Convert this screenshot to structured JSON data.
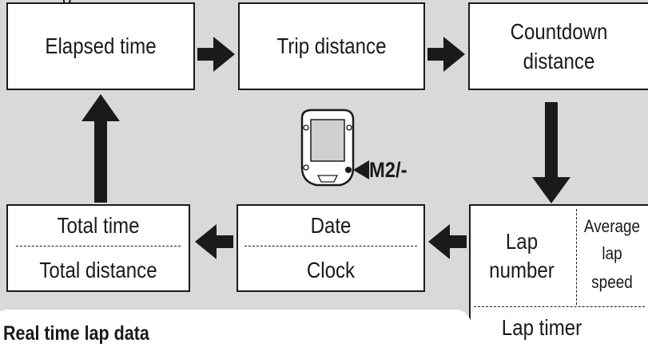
{
  "diagram": {
    "top_partial_text": "g",
    "boxes": {
      "elapsed_time": "Elapsed time",
      "trip_distance": "Trip distance",
      "countdown_line1": "Countdown",
      "countdown_line2": "distance",
      "total_time": "Total time",
      "total_distance": "Total distance",
      "date": "Date",
      "clock": "Clock",
      "lap_line1": "Lap",
      "lap_line2": "number",
      "avg_line1": "Average",
      "avg_line2": "lap",
      "avg_line3": "speed",
      "lap_timer": "Lap timer"
    },
    "button_label": "M2/-",
    "bottom_title": "Real time lap data"
  },
  "colors": {
    "background": "#d9d9d9",
    "ink": "#1a1a1a",
    "box_fill": "#ffffff"
  },
  "icons": {
    "device": "cycle-computer-icon",
    "arrows": "flow-arrow-icon"
  }
}
